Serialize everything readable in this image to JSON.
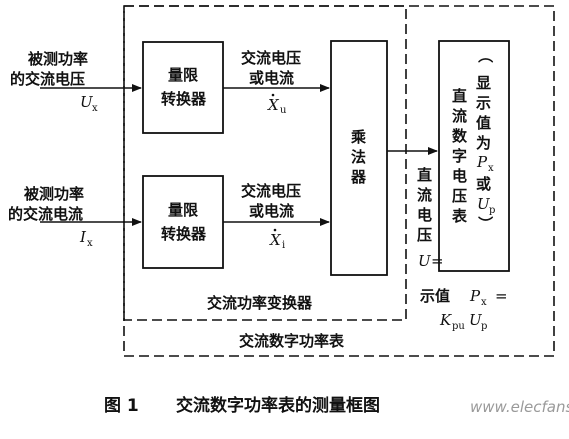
{
  "diagram": {
    "left_inputs": {
      "voltage_label_line1": "被测功率",
      "voltage_label_line2": "的交流电压",
      "voltage_symbol": "U",
      "voltage_sub": "x",
      "current_label_line1": "被测功率",
      "current_label_line2": "的交流电流",
      "current_symbol": "I",
      "current_sub": "x"
    },
    "blocks": {
      "range_converter_top_line1": "量限",
      "range_converter_top_line2": "转换器",
      "range_converter_bottom_line1": "量限",
      "range_converter_bottom_line2": "转换器",
      "multiplier_chars": [
        "乘",
        "法",
        "器"
      ],
      "meter_chars": [
        "直",
        "流",
        "数",
        "字",
        "电",
        "压",
        "表"
      ],
      "meter_paren_chars": [
        "（",
        "显",
        "示",
        "值",
        "为"
      ],
      "meter_px": "P",
      "meter_px_sub": "x",
      "meter_or": "或",
      "meter_up": "U",
      "meter_up_sub": "p",
      "meter_close": "）"
    },
    "signals": {
      "top_line1": "交流电压",
      "top_line2": "或电流",
      "top_symbol": "X",
      "top_sub": "u",
      "bottom_line1": "交流电压",
      "bottom_line2": "或电流",
      "bottom_symbol": "X",
      "bottom_sub": "i",
      "dc_chars": [
        "直",
        "流",
        "电",
        "压"
      ],
      "dc_symbol": "U",
      "dc_eq": "=",
      "display_line1_prefix": "示值",
      "display_px": "P",
      "display_px_sub": "x",
      "display_eq": "=",
      "display_k": "K",
      "display_k_sub": "pu",
      "display_u": "U",
      "display_u_sub": "p"
    },
    "group_labels": {
      "converter": "交流功率变换器",
      "meter": "交流数字功率表"
    },
    "caption": {
      "figure": "图 1",
      "title": "交流数字功率表的测量框图"
    },
    "watermark": "www.elecfans.com"
  }
}
